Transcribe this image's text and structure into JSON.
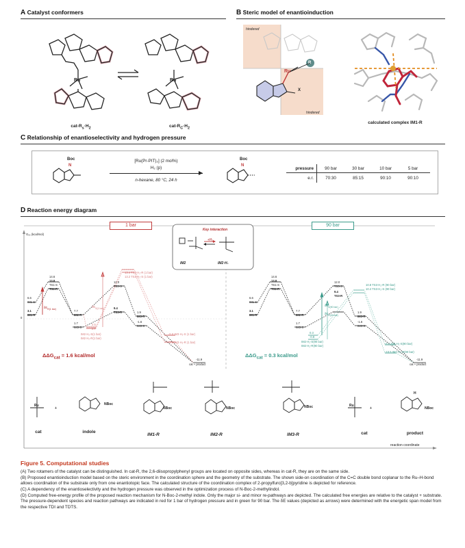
{
  "panel_a": {
    "letter": "A",
    "title": "Catalyst conformers",
    "label_left_main": "cat-R",
    "label_left_sub": "s",
    "label_left_tail": "·H",
    "label_left_h2": "2",
    "label_right_main": "cat-R",
    "label_right_sub": "C",
    "label_right_tail": "·H",
    "label_right_h2": "2"
  },
  "panel_b": {
    "letter": "B",
    "title": "Steric model of enantioinduction",
    "hindered_top": "hindered",
    "hindered_bottom": "hindered",
    "r_label": "R",
    "ru_label": "Ru",
    "x_label": "X",
    "calc_label": "calculated complex IM1-R"
  },
  "panel_c": {
    "letter": "C",
    "title": "Relationship of enantioselectivity and hydrogen pressure",
    "boc": "Boc",
    "n": "N",
    "reagent_line1": "[Ru(Pr-PIT)₂] (2 mol%)",
    "reagent_line2": "H₂ (p)",
    "conditions": "n-hexane, 80 °C, 24 h",
    "table_header_label": "pressure",
    "table_row_label": "e.r.",
    "pressures": [
      "90 bar",
      "30 bar",
      "10 bar",
      "5 bar"
    ],
    "er_values": [
      "70:30",
      "85:15",
      "90:10",
      "90:10"
    ]
  },
  "panel_d": {
    "letter": "D",
    "title": "Reaction energy diagram",
    "tag_1bar": "1 bar",
    "tag_90bar": "90 bar",
    "y_axis": "G₉₀ (kcal/mol)",
    "x_axis": "reaction coordinate",
    "zero": "0",
    "key_interaction": "Key interaction",
    "plus_h2": "+H₂",
    "im2": "IM2",
    "im2h2": "IM2·H₂",
    "ddg_left": "ΔΔG",
    "ddg_left_sub": "cat",
    "ddg_left_val": "= 1.6 kcal/mol",
    "ddg_right": "ΔΔG",
    "ddg_right_sub": "cat",
    "ddg_right_val": "= 0.3 kcal/mol",
    "left_levels": {
      "l_66": "6.6",
      "l_im1s": "IM1-S",
      "l_31": "3.1",
      "l_im1r": "IM1-R",
      "l_146": "14.6",
      "l_138": "13.8",
      "l_ts1s": "TS1-S",
      "l_ts1r": "TS1-R",
      "l_de1": "δE",
      "l_de1_sub": "R(1 bar)",
      "l_77": "7.7",
      "l_im2r": "IM2-R",
      "l_17": "1.7",
      "l_im3s": "IM3-S",
      "l_25": "2.5",
      "l_27": "2.7",
      "l_im2h2s": "IM2·H₂-S(1 bar)",
      "l_im2h2r": "IM2·H₂-R(1 bar)",
      "l_120": "12.0",
      "l_ts3s": "TS3-S",
      "l_94": "9.4",
      "l_ts3r": "TS3-R",
      "l_de2": "δE",
      "l_de2_sub": "S(1 bar)",
      "l_134": "13.4 TS3·H₂-R (1 bar)",
      "l_132": "13.2 TS3·H₂-S (1 bar)",
      "l_19": "1.9",
      "l_im3r": "IM3-R",
      "l_16": "-1.6",
      "l_im3s2": "IM3-S",
      "l_56": "-5.6 IM3·H₂-S (1 bar)",
      "l_76": "-7.6 IM3·H₂-R (1 bar)",
      "l_119": "-11.9",
      "l_product": "cat + product"
    },
    "right_levels": {
      "r_66": "6.6",
      "r_im1s": "IM1-S",
      "r_31": "3.1",
      "r_im1r": "IM1-R",
      "r_146": "14.6",
      "r_138": "13.8",
      "r_ts1s": "TS1-S",
      "r_ts1r": "TS1-R",
      "r_77": "7.7",
      "r_im2r": "IM2-R",
      "r_17": "1.7",
      "r_im3s": "IM3-S",
      "r_120": "12.0",
      "r_ts3s": "TS3-S",
      "r_94": "9.4",
      "r_ts3r": "TS3-R",
      "r_de1": "δE",
      "r_de1_sub": "S(90 bar)",
      "r_de2": "δE",
      "r_de2_sub": "R(90 bar)",
      "r_03": "0.3",
      "r_08": "-0.8",
      "r_im2h2s": "IM2·H₂-S(90 bar)",
      "r_im2h2r": "IM2·H₂-R(90 bar)",
      "r_108": "10.8 TS3·H₂-R (90 bar)",
      "r_104": "10.4 TS3·H₂-S (90 bar)",
      "r_19": "1.9",
      "r_im3r": "IM3-R",
      "r_16": "-1.6",
      "r_im3s2": "IM3-S",
      "r_82": "-8.2 IM3·H₂-S(90 bar)",
      "r_105": "-10.5 IM3·H₂-R(90 bar)",
      "r_119": "-11.9",
      "r_product": "cat + product"
    },
    "bottom_labels": [
      "cat",
      "indole",
      "IM1-R",
      "IM2-R",
      "IM3-R",
      "cat",
      "product"
    ],
    "nboc": "NBoc",
    "ru": "Ru",
    "h": "H",
    "plus": "+"
  },
  "caption": {
    "title": "Figure 5. Computational studies",
    "a": "(A) Two rotamers of the catalyst can be distinguished. In cat-R, the 2,6-diisopropylphenyl groups are located on opposite sides, whereas in cat-R, they are on the same side.",
    "b": "(B) Proposed enantioinduction model based on the steric environment in the coordination sphere and the geometry of the substrate. The shown side-on coordination of the C=C double bond coplanar to the Ru–H-bond allows coordination of the substrate only from one enantiotopic face. The calculated structure of the coordination complex of 2-propylfuro[3,2-b]pyridine is depicted for reference.",
    "c": "(C) A dependency of the enantioselectivity and the hydrogen pressure was observed in the optimization process of N-Boc-2-methylindol.",
    "d": "(D) Computed free-energy profile of the proposed reaction mechanism for N-Boc-2-methyl indole. Only the major si- and minor re-pathways are depicted. The calculated free energies are relative to the catalyst + substrate. The pressure-dependent species and reaction pathways are indicated in red for 1 bar of hydrogen pressure and in green for 90 bar. The δE values (depicted as arrows) were determined with the energetic span model from the respective TDI and TDTS."
  }
}
